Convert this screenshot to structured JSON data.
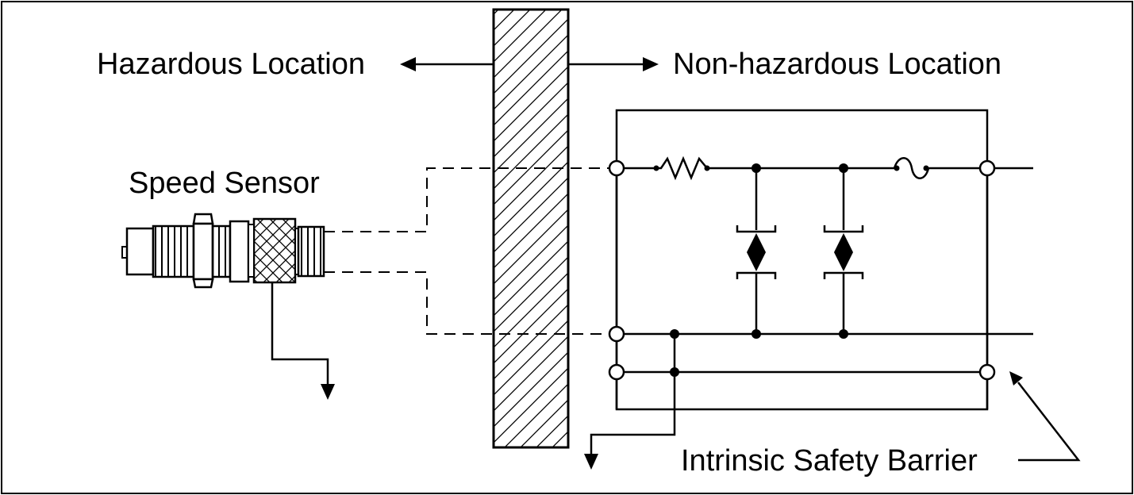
{
  "labels": {
    "hazardous": "Hazardous Location",
    "non_hazardous": "Non-hazardous Location",
    "sensor": "Speed Sensor",
    "barrier": "Intrinsic Safety Barrier"
  },
  "components": {
    "sensor_icon": "speed-sensor-icon",
    "resistor_icon": "resistor-icon",
    "fuse_icon": "fuse-icon",
    "zener_icon": "zener-diode-icon",
    "ground_icon": "ground-arrow-icon",
    "wall_icon": "hatched-wall-icon"
  },
  "colors": {
    "line": "#000000",
    "background": "#ffffff"
  }
}
